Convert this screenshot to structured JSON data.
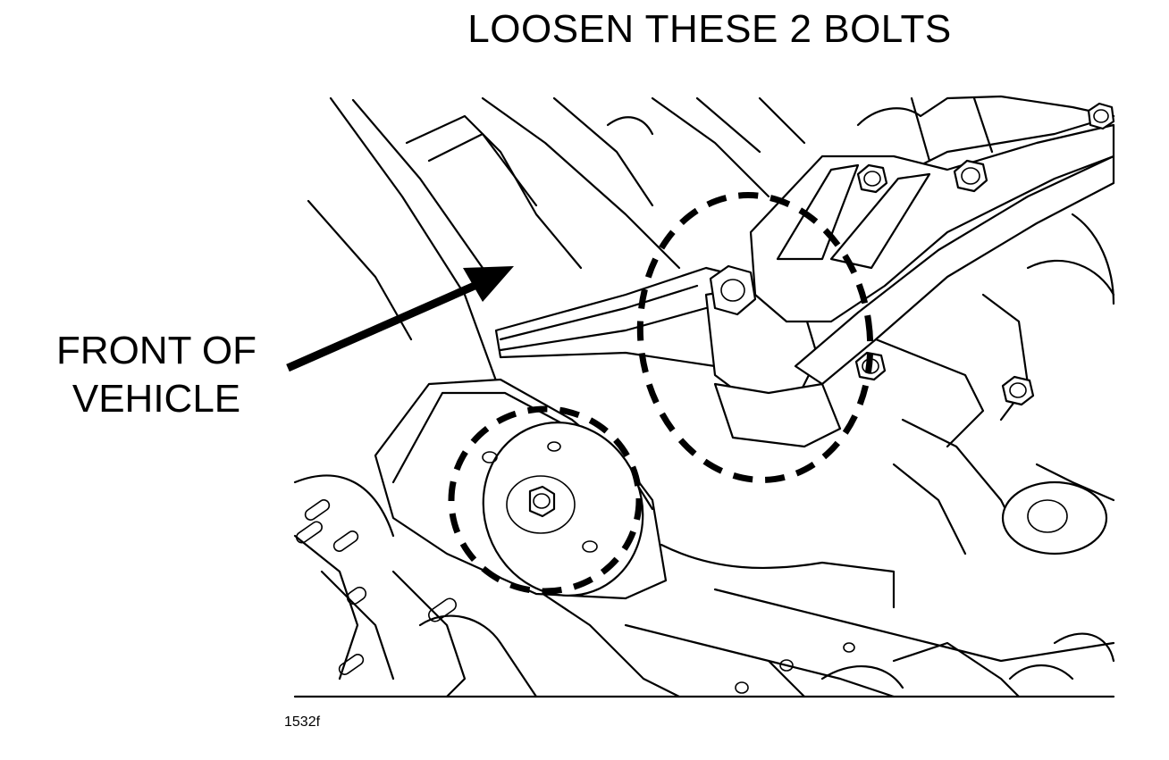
{
  "diagram": {
    "title": "LOOSEN THESE 2 BOLTS",
    "front_label": {
      "line1": "FRONT OF",
      "line2": "VEHICLE"
    },
    "figure_id": "1532f"
  },
  "colors": {
    "ink": "#000000",
    "background": "#ffffff"
  },
  "icons": [
    "arrow-icon",
    "bolt-icon",
    "dashed-highlight-circle"
  ]
}
